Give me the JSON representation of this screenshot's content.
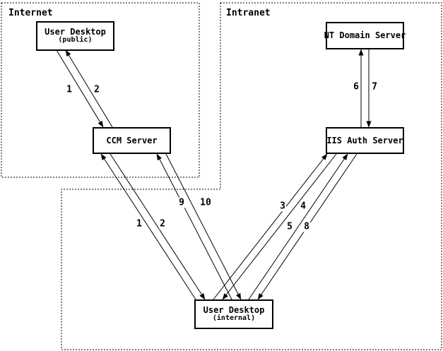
{
  "diagram": {
    "colors": {
      "line": "#000000",
      "background": "#ffffff",
      "node_fill": "#ffffff",
      "node_border": "#000000"
    },
    "regions": {
      "internet": {
        "label": "Internet"
      },
      "intranet": {
        "label": "Intranet"
      }
    },
    "nodes": {
      "user_desktop_public": {
        "title": "User Desktop",
        "subtitle": "(public)"
      },
      "ccm_server": {
        "title": "CCM Server"
      },
      "nt_domain_server": {
        "title": "NT Domain Server"
      },
      "iis_auth_server": {
        "title": "IIS Auth Server"
      },
      "user_desktop_internal": {
        "title": "User Desktop",
        "subtitle": "(internal)"
      }
    },
    "edges": {
      "e1_public": {
        "label": "1",
        "from": "User Desktop (public)",
        "to": "CCM Server"
      },
      "e2_public": {
        "label": "2",
        "from": "CCM Server",
        "to": "User Desktop (public)"
      },
      "e1_internal": {
        "label": "1",
        "from": "User Desktop (internal)",
        "to": "CCM Server"
      },
      "e2_internal": {
        "label": "2",
        "from": "CCM Server",
        "to": "User Desktop (internal)"
      },
      "e3": {
        "label": "3",
        "from": "User Desktop (internal)",
        "to": "IIS Auth Server"
      },
      "e4": {
        "label": "4",
        "from": "IIS Auth Server",
        "to": "User Desktop (internal)"
      },
      "e5": {
        "label": "5",
        "from": "User Desktop (internal)",
        "to": "IIS Auth Server"
      },
      "e6": {
        "label": "6",
        "from": "IIS Auth Server",
        "to": "NT Domain Server"
      },
      "e7": {
        "label": "7",
        "from": "NT Domain Server",
        "to": "IIS Auth Server"
      },
      "e8": {
        "label": "8",
        "from": "IIS Auth Server",
        "to": "User Desktop (internal)"
      },
      "e9": {
        "label": "9",
        "from": "User Desktop (internal)",
        "to": "CCM Server"
      },
      "e10": {
        "label": "10",
        "from": "CCM Server",
        "to": "User Desktop (internal)"
      }
    }
  }
}
